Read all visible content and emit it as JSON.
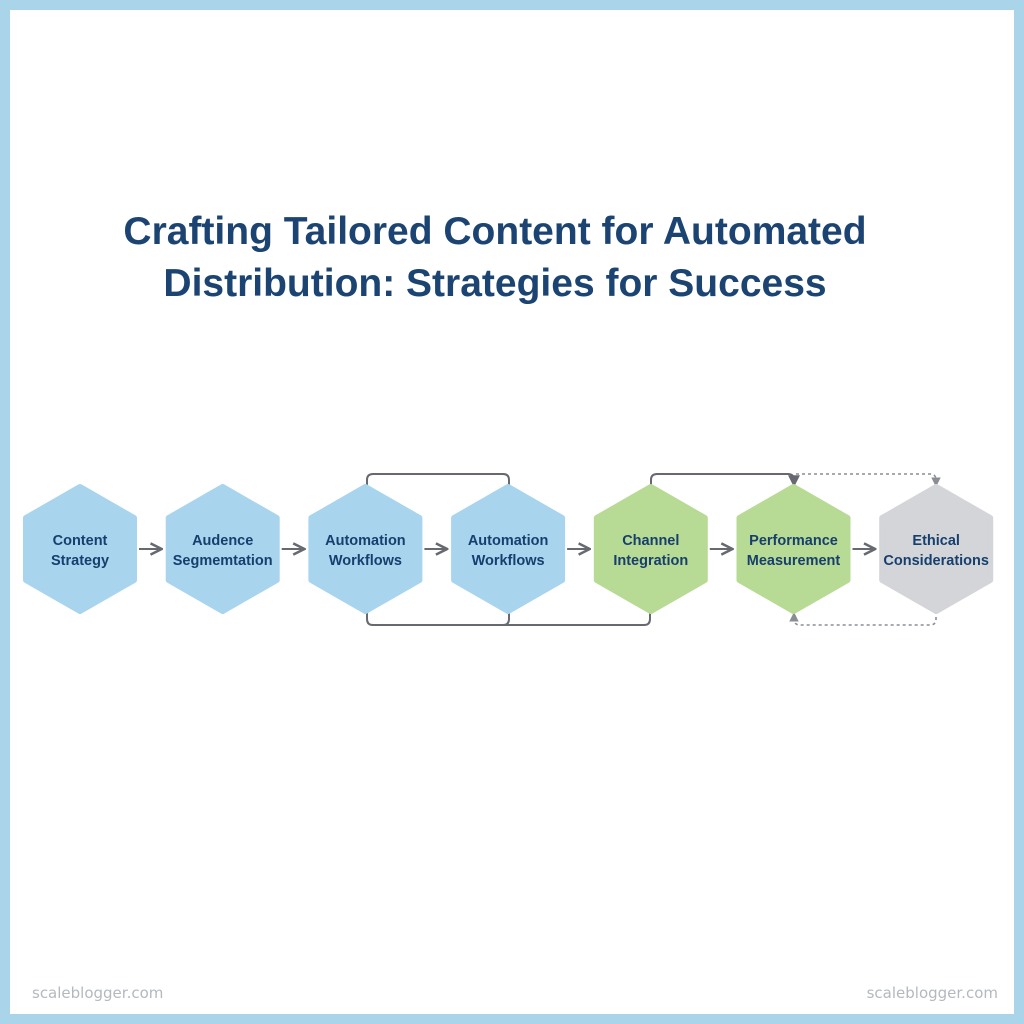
{
  "title": {
    "line1": "Crafting Tailored Content for Automated",
    "line2": "Distribution: Strategies for Success"
  },
  "nodes": [
    {
      "id": "content-strategy",
      "lines": [
        "Content",
        "Strategy"
      ],
      "fill": "#a8d4ee",
      "text": "#173f6e"
    },
    {
      "id": "audience-segmentation",
      "lines": [
        "Audence",
        "Segmemtation"
      ],
      "fill": "#a8d4ee",
      "text": "#173f6e"
    },
    {
      "id": "automation-workflows-1",
      "lines": [
        "Automation",
        "Workflows"
      ],
      "fill": "#a8d4ee",
      "text": "#173f6e"
    },
    {
      "id": "automation-workflows-2",
      "lines": [
        "Automation",
        "Workflows"
      ],
      "fill": "#a8d4ee",
      "text": "#173f6e"
    },
    {
      "id": "channel-integration",
      "lines": [
        "Channel",
        "Integration"
      ],
      "fill": "#b7da94",
      "text": "#173f6e"
    },
    {
      "id": "performance-measurement",
      "lines": [
        "Performance",
        "Measurement"
      ],
      "fill": "#b7da94",
      "text": "#173f6e"
    },
    {
      "id": "ethical-considerations",
      "lines": [
        "Ethical",
        "Considerations"
      ],
      "fill": "#d3d5d8",
      "text": "#173f6e"
    }
  ],
  "connectors": {
    "arrow_color": "#666a70",
    "dotted_color": "#8a8e93"
  },
  "watermark": {
    "left": "scaleblogger.com",
    "right": "scaleblogger.com"
  },
  "colors": {
    "border": "#a9d4ea",
    "title": "#1c4473"
  }
}
